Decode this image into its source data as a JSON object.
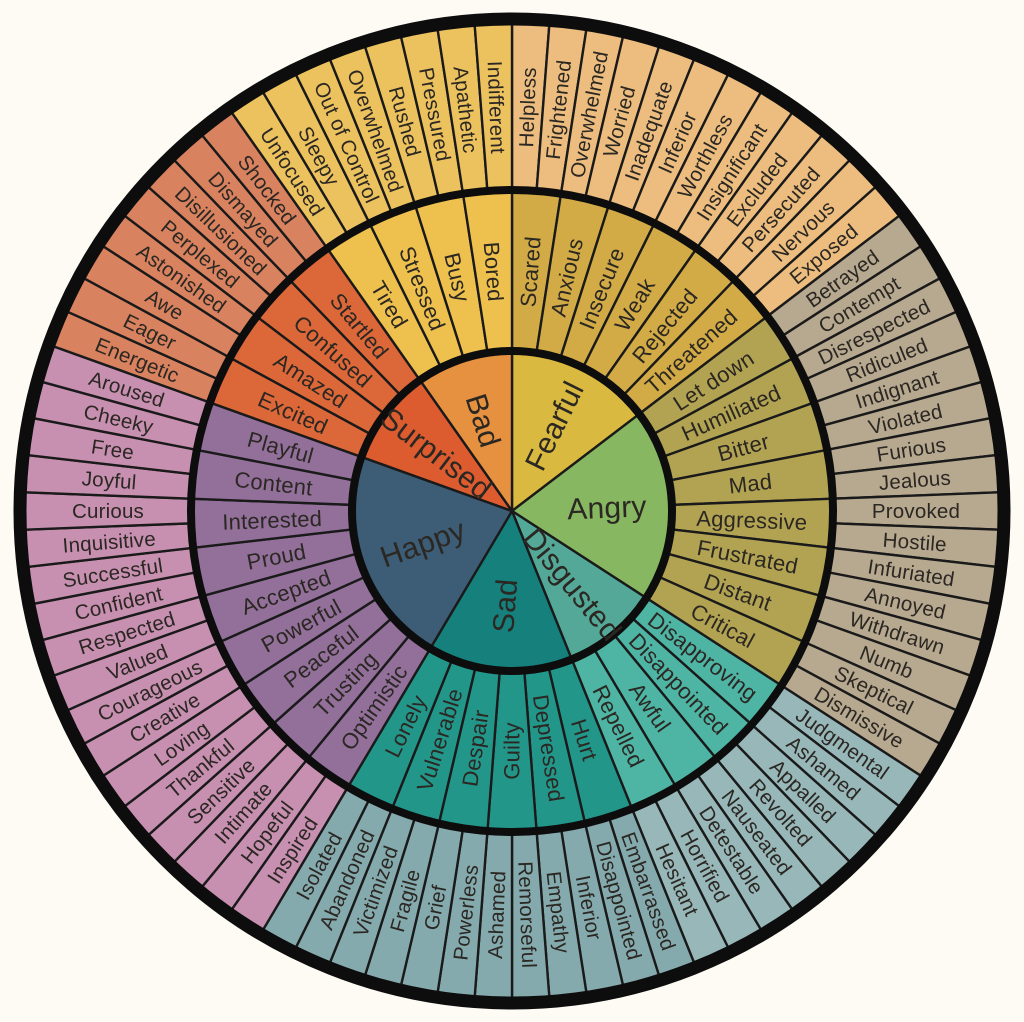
{
  "wheel": {
    "description_order": "sections listed clockwise starting at 12 o'clock",
    "background": "#fdfbf3",
    "line_color": "#1a1a1a",
    "rim_color": "#0d0d0d",
    "text_color": "#2b2722",
    "sections": [
      {
        "core": "Fearful",
        "colors": {
          "core": "#d9b93f",
          "middle": "#d2ab46",
          "outer": "#ecbd7f"
        },
        "children": [
          {
            "label": "Scared",
            "outer": [
              "Helpless",
              "Frightened"
            ]
          },
          {
            "label": "Anxious",
            "outer": [
              "Overwhelmed",
              "Worried"
            ]
          },
          {
            "label": "Insecure",
            "outer": [
              "Inadequate",
              "Inferior"
            ]
          },
          {
            "label": "Weak",
            "outer": [
              "Worthless",
              "Insignificant"
            ]
          },
          {
            "label": "Rejected",
            "outer": [
              "Excluded",
              "Persecuted"
            ]
          },
          {
            "label": "Threatened",
            "outer": [
              "Nervous",
              "Exposed"
            ]
          }
        ]
      },
      {
        "core": "Angry",
        "colors": {
          "core": "#87b761",
          "middle": "#b2a353",
          "outer": "#b7a890"
        },
        "children": [
          {
            "label": "Let down",
            "outer": [
              "Betrayed",
              "Contempt"
            ]
          },
          {
            "label": "Humiliated",
            "outer": [
              "Disrespected",
              "Ridiculed"
            ]
          },
          {
            "label": "Bitter",
            "outer": [
              "Indignant",
              "Violated"
            ]
          },
          {
            "label": "Mad",
            "outer": [
              "Furious",
              "Jealous"
            ]
          },
          {
            "label": "Aggressive",
            "outer": [
              "Provoked",
              "Hostile"
            ]
          },
          {
            "label": "Frustrated",
            "outer": [
              "Infuriated",
              "Annoyed"
            ]
          },
          {
            "label": "Distant",
            "outer": [
              "Withdrawn",
              "Numb"
            ]
          },
          {
            "label": "Critical",
            "outer": [
              "Skeptical",
              "Dismissive"
            ]
          }
        ]
      },
      {
        "core": "Disgusted",
        "colors": {
          "core": "#54a897",
          "middle": "#4eb4a4",
          "outer": "#98b7b9"
        },
        "children": [
          {
            "label": "Disapproving",
            "outer": [
              "Judgmental",
              "Ashamed"
            ]
          },
          {
            "label": "Disappointed",
            "outer": [
              "Appalled",
              "Revolted"
            ]
          },
          {
            "label": "Awful",
            "outer": [
              "Nauseated",
              "Detestable"
            ]
          },
          {
            "label": "Repelled",
            "outer": [
              "Horrified",
              "Hesitant"
            ]
          }
        ]
      },
      {
        "core": "Sad",
        "colors": {
          "core": "#16807c",
          "middle": "#23968a",
          "outer": "#85aaae"
        },
        "children": [
          {
            "label": "Hurt",
            "outer": [
              "Embarrassed",
              "Disappointed"
            ]
          },
          {
            "label": "Depressed",
            "outer": [
              "Inferior",
              "Empathy"
            ]
          },
          {
            "label": "Guilty",
            "outer": [
              "Remorseful",
              "Ashamed"
            ]
          },
          {
            "label": "Despair",
            "outer": [
              "Powerless",
              "Grief"
            ]
          },
          {
            "label": "Vulnerable",
            "outer": [
              "Fragile",
              "Victimized"
            ]
          },
          {
            "label": "Lonely",
            "outer": [
              "Abandoned",
              "Isolated"
            ]
          }
        ]
      },
      {
        "core": "Happy",
        "colors": {
          "core": "#3d5c75",
          "middle": "#92709a",
          "outer": "#c78fb0"
        },
        "children": [
          {
            "label": "Optimistic",
            "outer": [
              "Inspired",
              "Hopeful"
            ]
          },
          {
            "label": "Trusting",
            "outer": [
              "Intimate",
              "Sensitive"
            ]
          },
          {
            "label": "Peaceful",
            "outer": [
              "Thankful",
              "Loving"
            ]
          },
          {
            "label": "Powerful",
            "outer": [
              "Creative",
              "Courageous"
            ]
          },
          {
            "label": "Accepted",
            "outer": [
              "Valued",
              "Respected"
            ]
          },
          {
            "label": "Proud",
            "outer": [
              "Confident",
              "Successful"
            ]
          },
          {
            "label": "Interested",
            "outer": [
              "Inquisitive",
              "Curious"
            ]
          },
          {
            "label": "Content",
            "outer": [
              "Joyful",
              "Free"
            ]
          },
          {
            "label": "Playful",
            "outer": [
              "Cheeky",
              "Aroused"
            ]
          }
        ]
      },
      {
        "core": "Surprised",
        "colors": {
          "core": "#dc5c30",
          "middle": "#dc6739",
          "outer": "#d8825f"
        },
        "children": [
          {
            "label": "Excited",
            "outer": [
              "Energetic",
              "Eager"
            ]
          },
          {
            "label": "Amazed",
            "outer": [
              "Awe",
              "Astonished"
            ]
          },
          {
            "label": "Confused",
            "outer": [
              "Perplexed",
              "Disillusioned"
            ]
          },
          {
            "label": "Startled",
            "outer": [
              "Dismayed",
              "Shocked"
            ]
          }
        ]
      },
      {
        "core": "Bad",
        "colors": {
          "core": "#e69140",
          "middle": "#eec14e",
          "outer": "#ecc25e"
        },
        "children": [
          {
            "label": "Tired",
            "outer": [
              "Unfocused",
              "Sleepy"
            ]
          },
          {
            "label": "Stressed",
            "outer": [
              "Out of Control",
              "Overwhelmed"
            ]
          },
          {
            "label": "Busy",
            "outer": [
              "Rushed",
              "Pressured"
            ]
          },
          {
            "label": "Bored",
            "outer": [
              "Apathetic",
              "Indifferent"
            ]
          }
        ]
      }
    ]
  }
}
